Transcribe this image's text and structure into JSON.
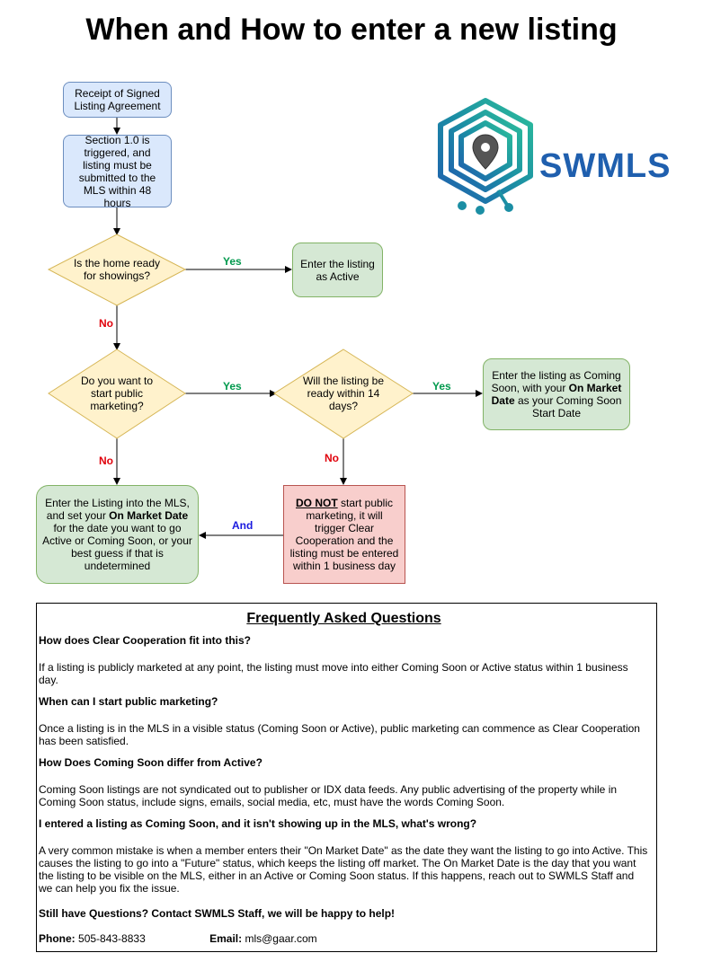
{
  "title": "When and How to enter a new listing",
  "logo": {
    "text": "SWMLS",
    "icon": "map-pin-hexagon-icon",
    "colors": [
      "#1f5fae",
      "#1b8ea4",
      "#2dbf9b"
    ]
  },
  "flowchart": {
    "nodes": {
      "receipt": "Receipt of Signed Listing Agreement",
      "section": "Section 1.0 is triggered, and listing must be submitted to the MLS within 48 hours",
      "q_showings": "Is the home ready for showings?",
      "enter_active": "Enter the listing as Active",
      "q_public": "Do you want to start public marketing?",
      "q_14days": "Will the listing be ready within 14 days?",
      "coming_soon": {
        "pre": "Enter the listing as Coming Soon, with your ",
        "bold": "On Market Date",
        "post": " as your Coming Soon Start Date"
      },
      "enter_mls": {
        "pre": "Enter the Listing into the MLS, and set your ",
        "bold": "On Market Date",
        "post": " for the date you want to go Active or Coming Soon, or your best guess if that is undetermined"
      },
      "do_not": {
        "emph": "DO NOT",
        "post": " start public marketing, it will trigger Clear Cooperation and the listing must be entered within 1 business day"
      }
    },
    "labels": {
      "yes": "Yes",
      "no": "No",
      "and": "And"
    },
    "colors": {
      "blue_fill": "#dae8fc",
      "green_fill": "#d5e8d4",
      "red_fill": "#f8cecc",
      "diamond_fill": "#fff2cc",
      "yes": "#00994d",
      "no": "#e0000b",
      "and": "#1a1adf"
    }
  },
  "faq": {
    "title": "Frequently Asked Questions",
    "items": [
      {
        "q": "How does Clear Cooperation fit into this?",
        "a": "If a listing is publicly marketed at any point, the listing must move into either Coming Soon or Active status within 1 business day."
      },
      {
        "q": "When can I start public marketing?",
        "a": "Once a listing is in the MLS in a visible status (Coming Soon or Active), public marketing can commence as Clear Cooperation has been satisfied."
      },
      {
        "q": "How Does Coming Soon differ from Active?",
        "a": "Coming Soon listings are not syndicated out to publisher or IDX data feeds. Any public advertising of the property while in Coming Soon status, include signs, emails, social media, etc, must have the words Coming Soon."
      },
      {
        "q": "I entered a listing as Coming Soon, and it isn't showing up in the MLS, what's wrong?",
        "a": "A very common mistake is when a member enters their \"On Market Date\" as the date they want the listing to go into Active. This causes the listing to go into a \"Future\" status, which keeps the listing off market. The On Market Date is the day that you want the listing to be visible on the MLS, either in an Active or Coming Soon status. If this happens, reach out to SWMLS Staff and we can help you fix the issue."
      }
    ],
    "closing": "Still have Questions? Contact SWMLS Staff, we will be happy to help!",
    "phone_label": "Phone:",
    "phone": "505-843-8833",
    "email_label": "Email:",
    "email": "mls@gaar.com"
  }
}
